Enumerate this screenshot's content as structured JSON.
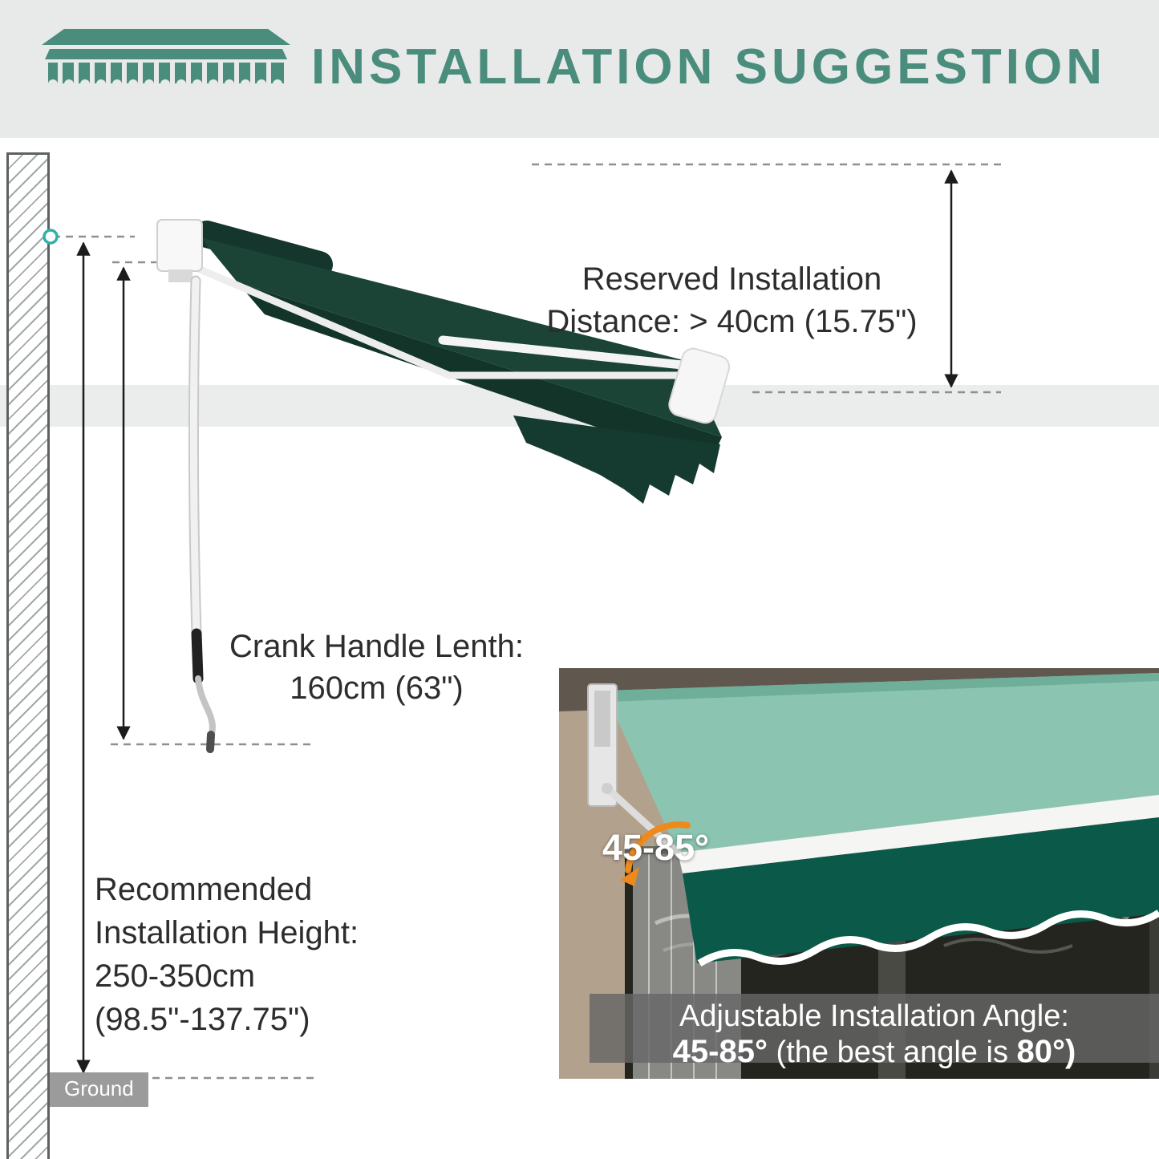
{
  "header": {
    "title": "INSTALLATION SUGGESTION",
    "logo_icon": "awning-icon"
  },
  "diagram": {
    "reserved": {
      "line1": "Reserved Installation",
      "line2": "Distance: > 40cm (15.75\")"
    },
    "crank": {
      "line1": "Crank Handle Lenth:",
      "line2": "160cm (63\")"
    },
    "height": {
      "line1": "Recommended",
      "line2": "Installation Height:",
      "line3": "250-350cm",
      "line4": "(98.5\"-137.75\")"
    },
    "ground": "Ground"
  },
  "inset": {
    "angle_label": "45-85°",
    "caption": {
      "line1": "Adjustable Installation Angle:",
      "bold1": "45-85°",
      "mid": "(the best angle is",
      "bold2": "80°)"
    }
  },
  "colors": {
    "accent_teal": "#4A8D7D",
    "header_bg": "#E8EAEA",
    "awning_green": "#1B4437",
    "valance_green": "#0B5948",
    "inset_awning_teal": "#8BC5B1",
    "arrow_orange": "#EE8A1C",
    "text_dark": "#2D2D2D",
    "ground_gray": "#9B9B9B"
  }
}
